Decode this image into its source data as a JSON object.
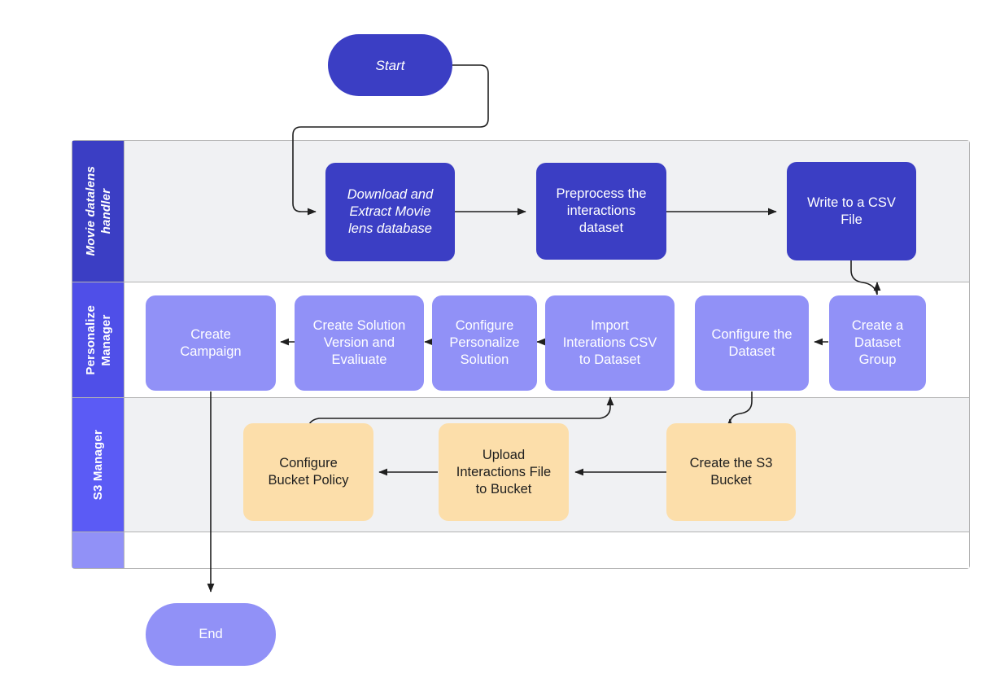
{
  "diagram": {
    "title": "Amazon Personalize MovieLens pipeline swimlane flowchart",
    "type": "swimlane-flowchart",
    "colors": {
      "dark_blue": "#3b3ec4",
      "light_purple": "#9191f7",
      "mid_blue": "#5b5bf5",
      "amber": "#fcdeaa",
      "lane_header_1": "#3b3ec4",
      "lane_header_2": "#4f4fe8",
      "lane_header_3": "#5b5bf5",
      "lane_header_4": "#9191f7",
      "lane_fill_shaded": "#f0f1f3",
      "lane_fill_plain": "#ffffff",
      "lane_border": "#b3b3b3",
      "edge_stroke": "#1f1f1f",
      "text_on_dark": "#ffffff",
      "text_on_amber": "#1f1f1f"
    }
  },
  "start_node": {
    "label": "Start"
  },
  "end_node": {
    "label": "End"
  },
  "lanes": [
    {
      "id": "movie-datalens-handler",
      "label": "Movie datalens\nhandler",
      "header_color": "#3b3ec4",
      "body_color": "#f0f1f3",
      "nodes": [
        {
          "id": "download-extract",
          "label": "Download and\nExtract Movie\nlens database",
          "style": "dark",
          "italic": true
        },
        {
          "id": "preprocess-interactions",
          "label": "Preprocess the\ninteractions\ndataset",
          "style": "dark",
          "italic": false
        },
        {
          "id": "write-csv",
          "label": "Write to a CSV\nFile",
          "style": "dark",
          "italic": false
        }
      ]
    },
    {
      "id": "personalize-manager",
      "label": "Personalize\nManager",
      "header_color": "#4f4fe8",
      "body_color": "#ffffff",
      "nodes": [
        {
          "id": "create-campaign",
          "label": "Create\nCampaign",
          "style": "light",
          "italic": false
        },
        {
          "id": "create-solution-version",
          "label": "Create Solution\nVersion and\nEvaliuate",
          "style": "light",
          "italic": false
        },
        {
          "id": "configure-personalize-solution",
          "label": "Configure\nPersonalize\nSolution",
          "style": "light",
          "italic": false
        },
        {
          "id": "import-interactions-csv",
          "label": "Import\nInterations CSV\nto Dataset",
          "style": "light",
          "italic": false
        },
        {
          "id": "configure-dataset",
          "label": "Configure the\nDataset",
          "style": "light",
          "italic": false
        },
        {
          "id": "create-dataset-group",
          "label": "Create a\nDataset\nGroup",
          "style": "light",
          "italic": false
        }
      ]
    },
    {
      "id": "s3-manager",
      "label": "S3 Manager",
      "header_color": "#5b5bf5",
      "body_color": "#f0f1f3",
      "nodes": [
        {
          "id": "configure-bucket-policy",
          "label": "Configure\nBucket Policy",
          "style": "amber",
          "italic": false
        },
        {
          "id": "upload-interactions-file",
          "label": "Upload\nInteractions File\nto Bucket",
          "style": "amber",
          "italic": false
        },
        {
          "id": "create-s3-bucket",
          "label": "Create the S3\nBucket",
          "style": "amber",
          "italic": false
        }
      ]
    },
    {
      "id": "unnamed-lane",
      "label": "",
      "header_color": "#9191f7",
      "body_color": "#ffffff",
      "nodes": []
    }
  ],
  "edges": [
    {
      "from": "start",
      "to": "download-extract"
    },
    {
      "from": "download-extract",
      "to": "preprocess-interactions"
    },
    {
      "from": "preprocess-interactions",
      "to": "write-csv"
    },
    {
      "from": "write-csv",
      "to": "create-dataset-group"
    },
    {
      "from": "create-dataset-group",
      "to": "configure-dataset"
    },
    {
      "from": "configure-dataset",
      "to": "create-s3-bucket"
    },
    {
      "from": "create-s3-bucket",
      "to": "upload-interactions-file"
    },
    {
      "from": "upload-interactions-file",
      "to": "configure-bucket-policy"
    },
    {
      "from": "configure-bucket-policy",
      "to": "import-interactions-csv"
    },
    {
      "from": "import-interactions-csv",
      "to": "configure-personalize-solution"
    },
    {
      "from": "configure-personalize-solution",
      "to": "create-solution-version"
    },
    {
      "from": "create-solution-version",
      "to": "create-campaign"
    },
    {
      "from": "create-campaign",
      "to": "end"
    }
  ]
}
